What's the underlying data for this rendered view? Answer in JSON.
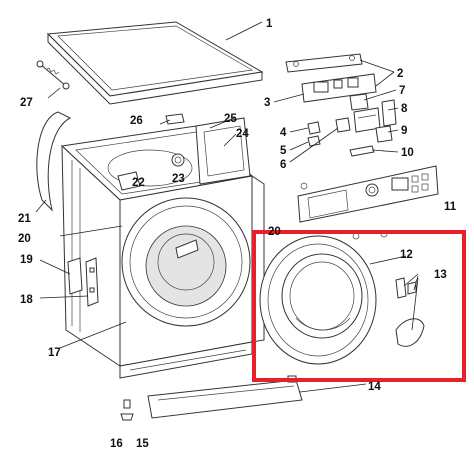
{
  "diagram": {
    "callouts": [
      "1",
      "2",
      "3",
      "4",
      "5",
      "6",
      "7",
      "8",
      "9",
      "10",
      "11",
      "12",
      "13",
      "14",
      "15",
      "16",
      "17",
      "18",
      "19",
      "20",
      "21",
      "22",
      "23",
      "24",
      "25",
      "26",
      "27"
    ],
    "cut_callout_digit": "20"
  },
  "highlight": {
    "color": "#e8202a"
  },
  "colors": {
    "line": "#222222",
    "background": "#ffffff"
  }
}
